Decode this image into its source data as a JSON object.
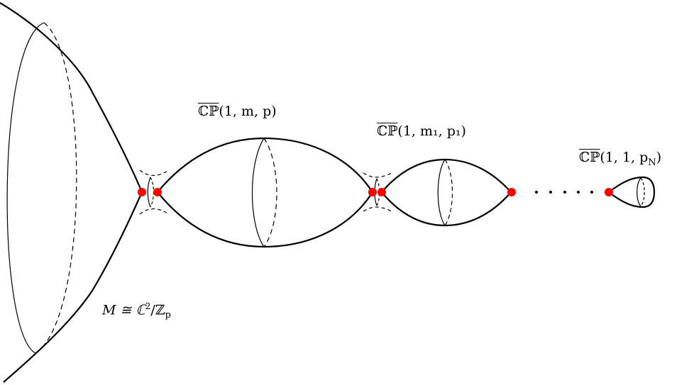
{
  "labels": {
    "bubble1": "CP(1, m, p)",
    "bubble2": "CP(1, m₁, p₁)",
    "bubble3": "CP(1, 1, p_N)",
    "cone": "M ≅ C²/Z_p"
  },
  "label_parts": {
    "bubble1": {
      "bar": "ℂℙ",
      "rest": "(1, m, p)"
    },
    "bubble2": {
      "bar": "ℂℙ",
      "rest": "(1, m₁, p₁)"
    },
    "bubble3": {
      "bar": "ℂℙ",
      "rest": "(1, 1, p"
    },
    "bubble3_sub": "N",
    "bubble3_close": ")",
    "cone_pre": "M ≅ ℂ",
    "cone_sup": "2",
    "cone_mid": "/ℤ",
    "cone_sub": "p"
  },
  "colors": {
    "orbifold_point": "#ff0000",
    "stroke": "#000000"
  },
  "ellipsis": "· · · · ·"
}
